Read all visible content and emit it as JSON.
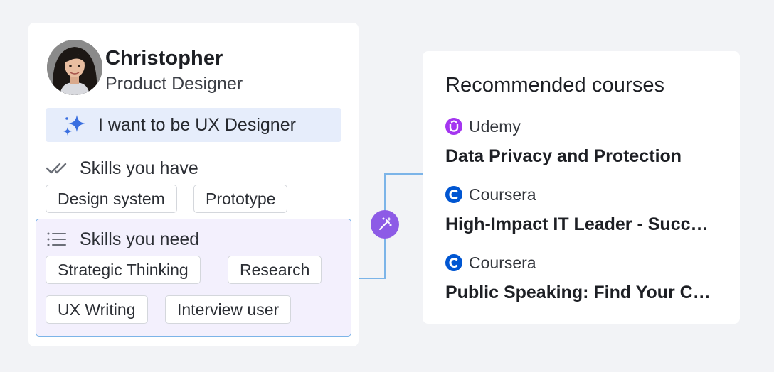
{
  "profile": {
    "name": "Christopher",
    "role": "Product Designer",
    "goal": "I want to be UX Designer"
  },
  "skills_have": {
    "label": "Skills you have",
    "items": [
      "Design system",
      "Prototype"
    ]
  },
  "skills_need": {
    "label": "Skills you need",
    "items": [
      "Strategic Thinking",
      "Research",
      "UX Writing",
      "Interview user"
    ]
  },
  "courses": {
    "title": "Recommended courses",
    "items": [
      {
        "provider": "Udemy",
        "title": "Data Privacy and Protection"
      },
      {
        "provider": "Coursera",
        "title": "High-Impact IT Leader - Success in the Digital Age"
      },
      {
        "provider": "Coursera",
        "title": "Public Speaking: Find Your Confident Voice"
      }
    ]
  },
  "colors": {
    "accent_purple": "#8d5be6",
    "connector_blue": "#7cb4e8",
    "goal_bg": "#e6edfb",
    "udemy_purple": "#a435f0",
    "coursera_blue": "#0056d2"
  }
}
